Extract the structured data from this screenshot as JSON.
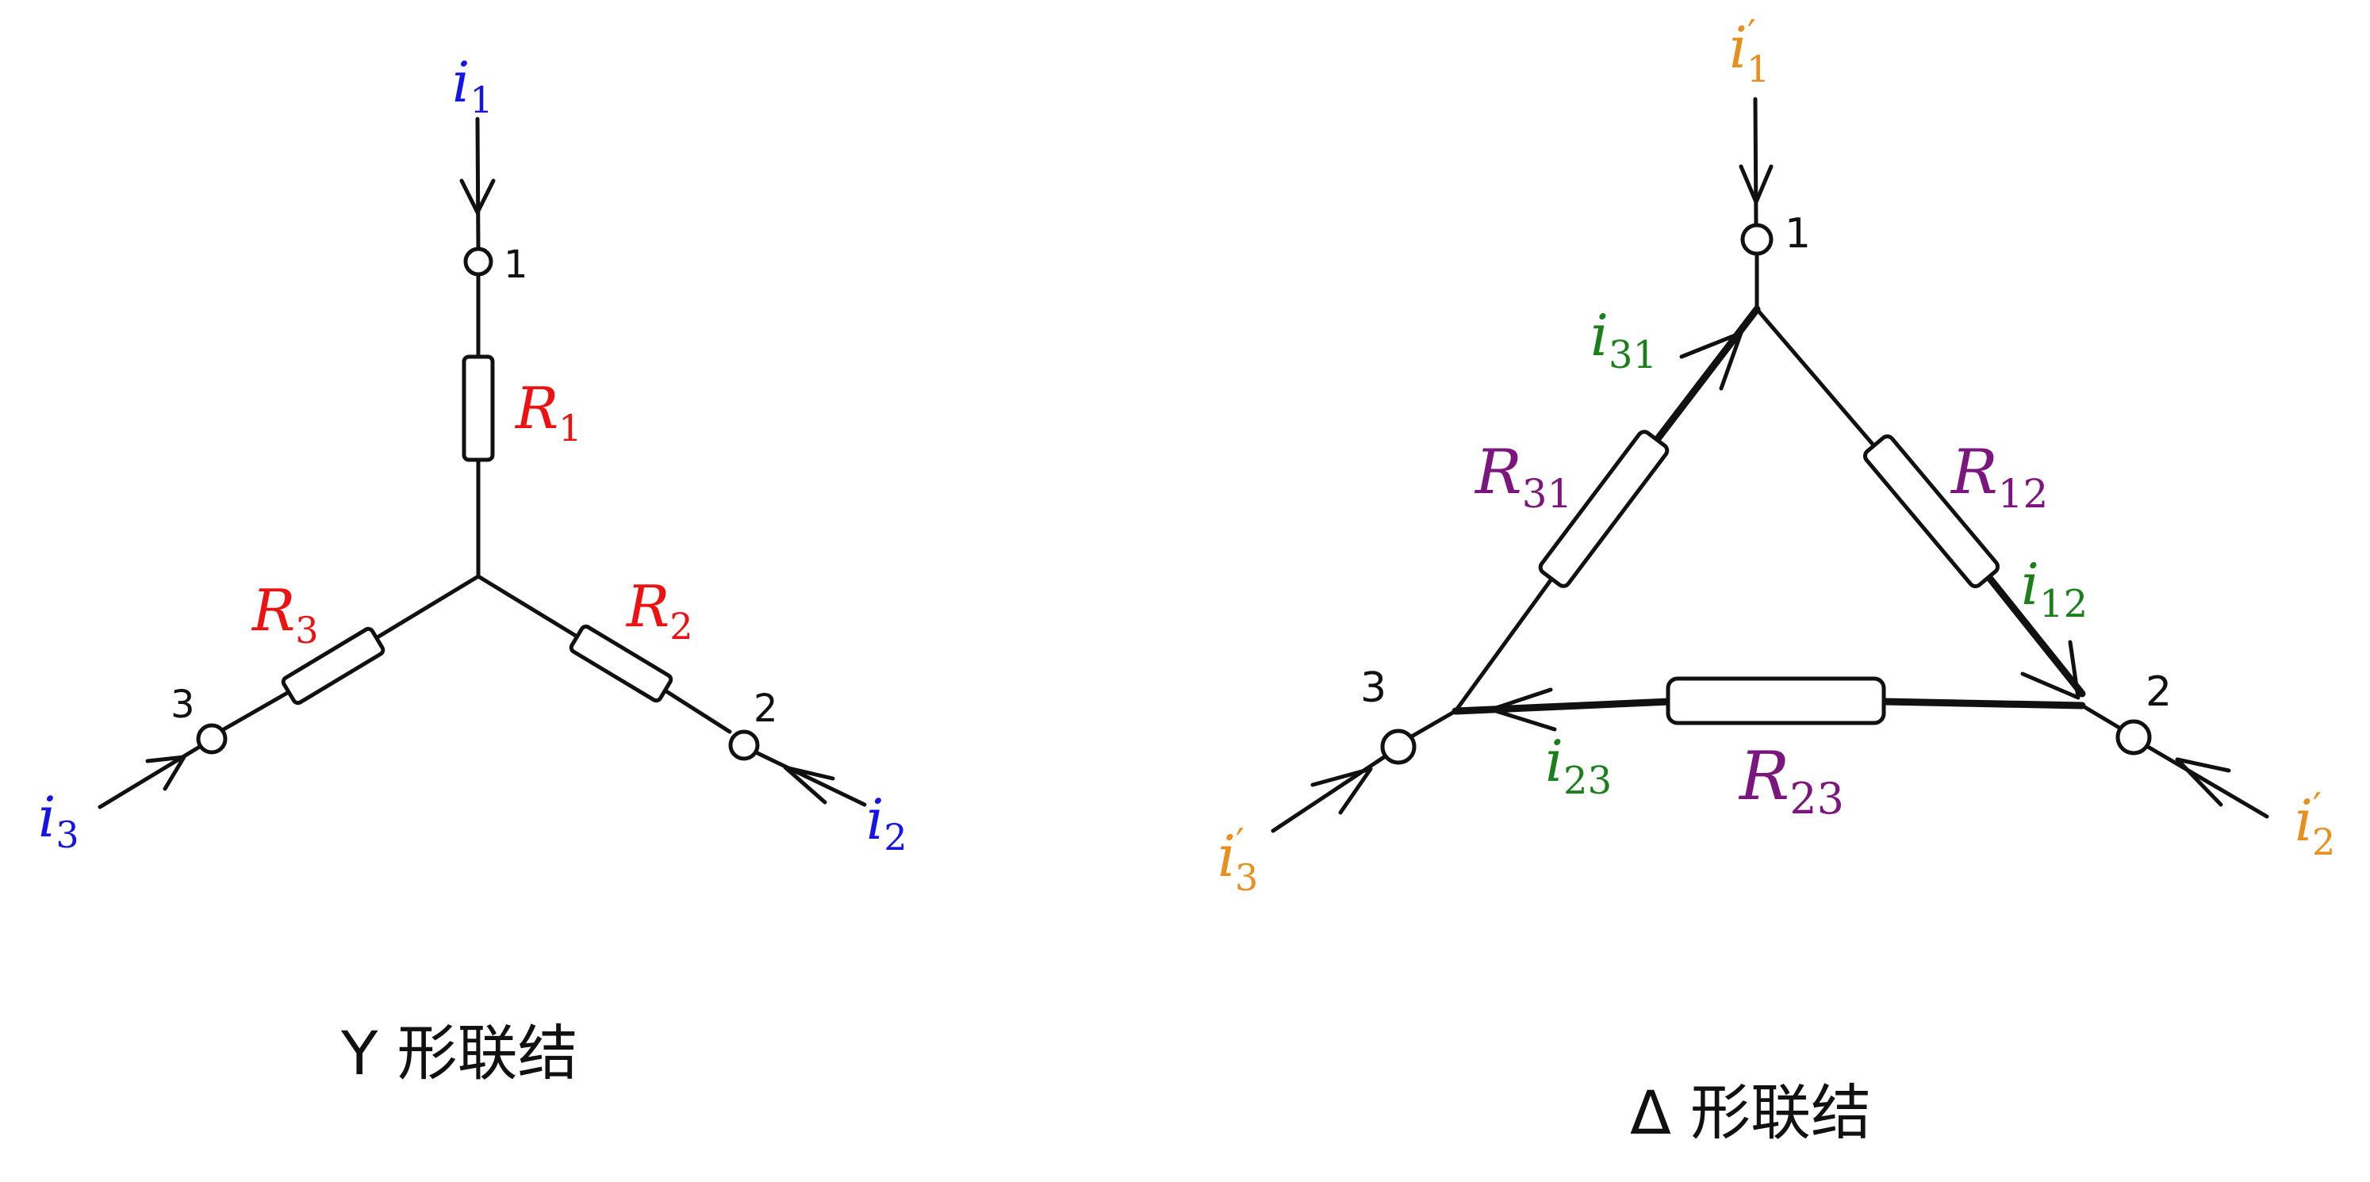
{
  "colors": {
    "y_current": "#1515e6",
    "y_resistor": "#ee1111",
    "delta_line_current": "#e8901e",
    "delta_branch_current": "#1b7f1b",
    "delta_resistor": "#7b167f",
    "wire": "#111111"
  },
  "y_connection": {
    "caption": "Y 形联结",
    "nodes": [
      {
        "id": "1",
        "label": "1"
      },
      {
        "id": "2",
        "label": "2"
      },
      {
        "id": "3",
        "label": "3"
      }
    ],
    "resistors": [
      {
        "id": "R1",
        "base": "R",
        "sub": "1"
      },
      {
        "id": "R2",
        "base": "R",
        "sub": "2"
      },
      {
        "id": "R3",
        "base": "R",
        "sub": "3"
      }
    ],
    "currents": [
      {
        "id": "i1",
        "base": "i",
        "sub": "1"
      },
      {
        "id": "i2",
        "base": "i",
        "sub": "2"
      },
      {
        "id": "i3",
        "base": "i",
        "sub": "3"
      }
    ]
  },
  "delta_connection": {
    "caption": "Δ 形联结",
    "nodes": [
      {
        "id": "1",
        "label": "1"
      },
      {
        "id": "2",
        "label": "2"
      },
      {
        "id": "3",
        "label": "3"
      }
    ],
    "resistors": [
      {
        "id": "R12",
        "base": "R",
        "sub": "12"
      },
      {
        "id": "R23",
        "base": "R",
        "sub": "23"
      },
      {
        "id": "R31",
        "base": "R",
        "sub": "31"
      }
    ],
    "line_currents": [
      {
        "id": "i1p",
        "base": "i",
        "prime": "′",
        "sub": "1"
      },
      {
        "id": "i2p",
        "base": "i",
        "prime": "′",
        "sub": "2"
      },
      {
        "id": "i3p",
        "base": "i",
        "prime": "′",
        "sub": "3"
      }
    ],
    "branch_currents": [
      {
        "id": "i12",
        "base": "i",
        "sub": "12"
      },
      {
        "id": "i23",
        "base": "i",
        "sub": "23"
      },
      {
        "id": "i31",
        "base": "i",
        "sub": "31"
      }
    ]
  }
}
